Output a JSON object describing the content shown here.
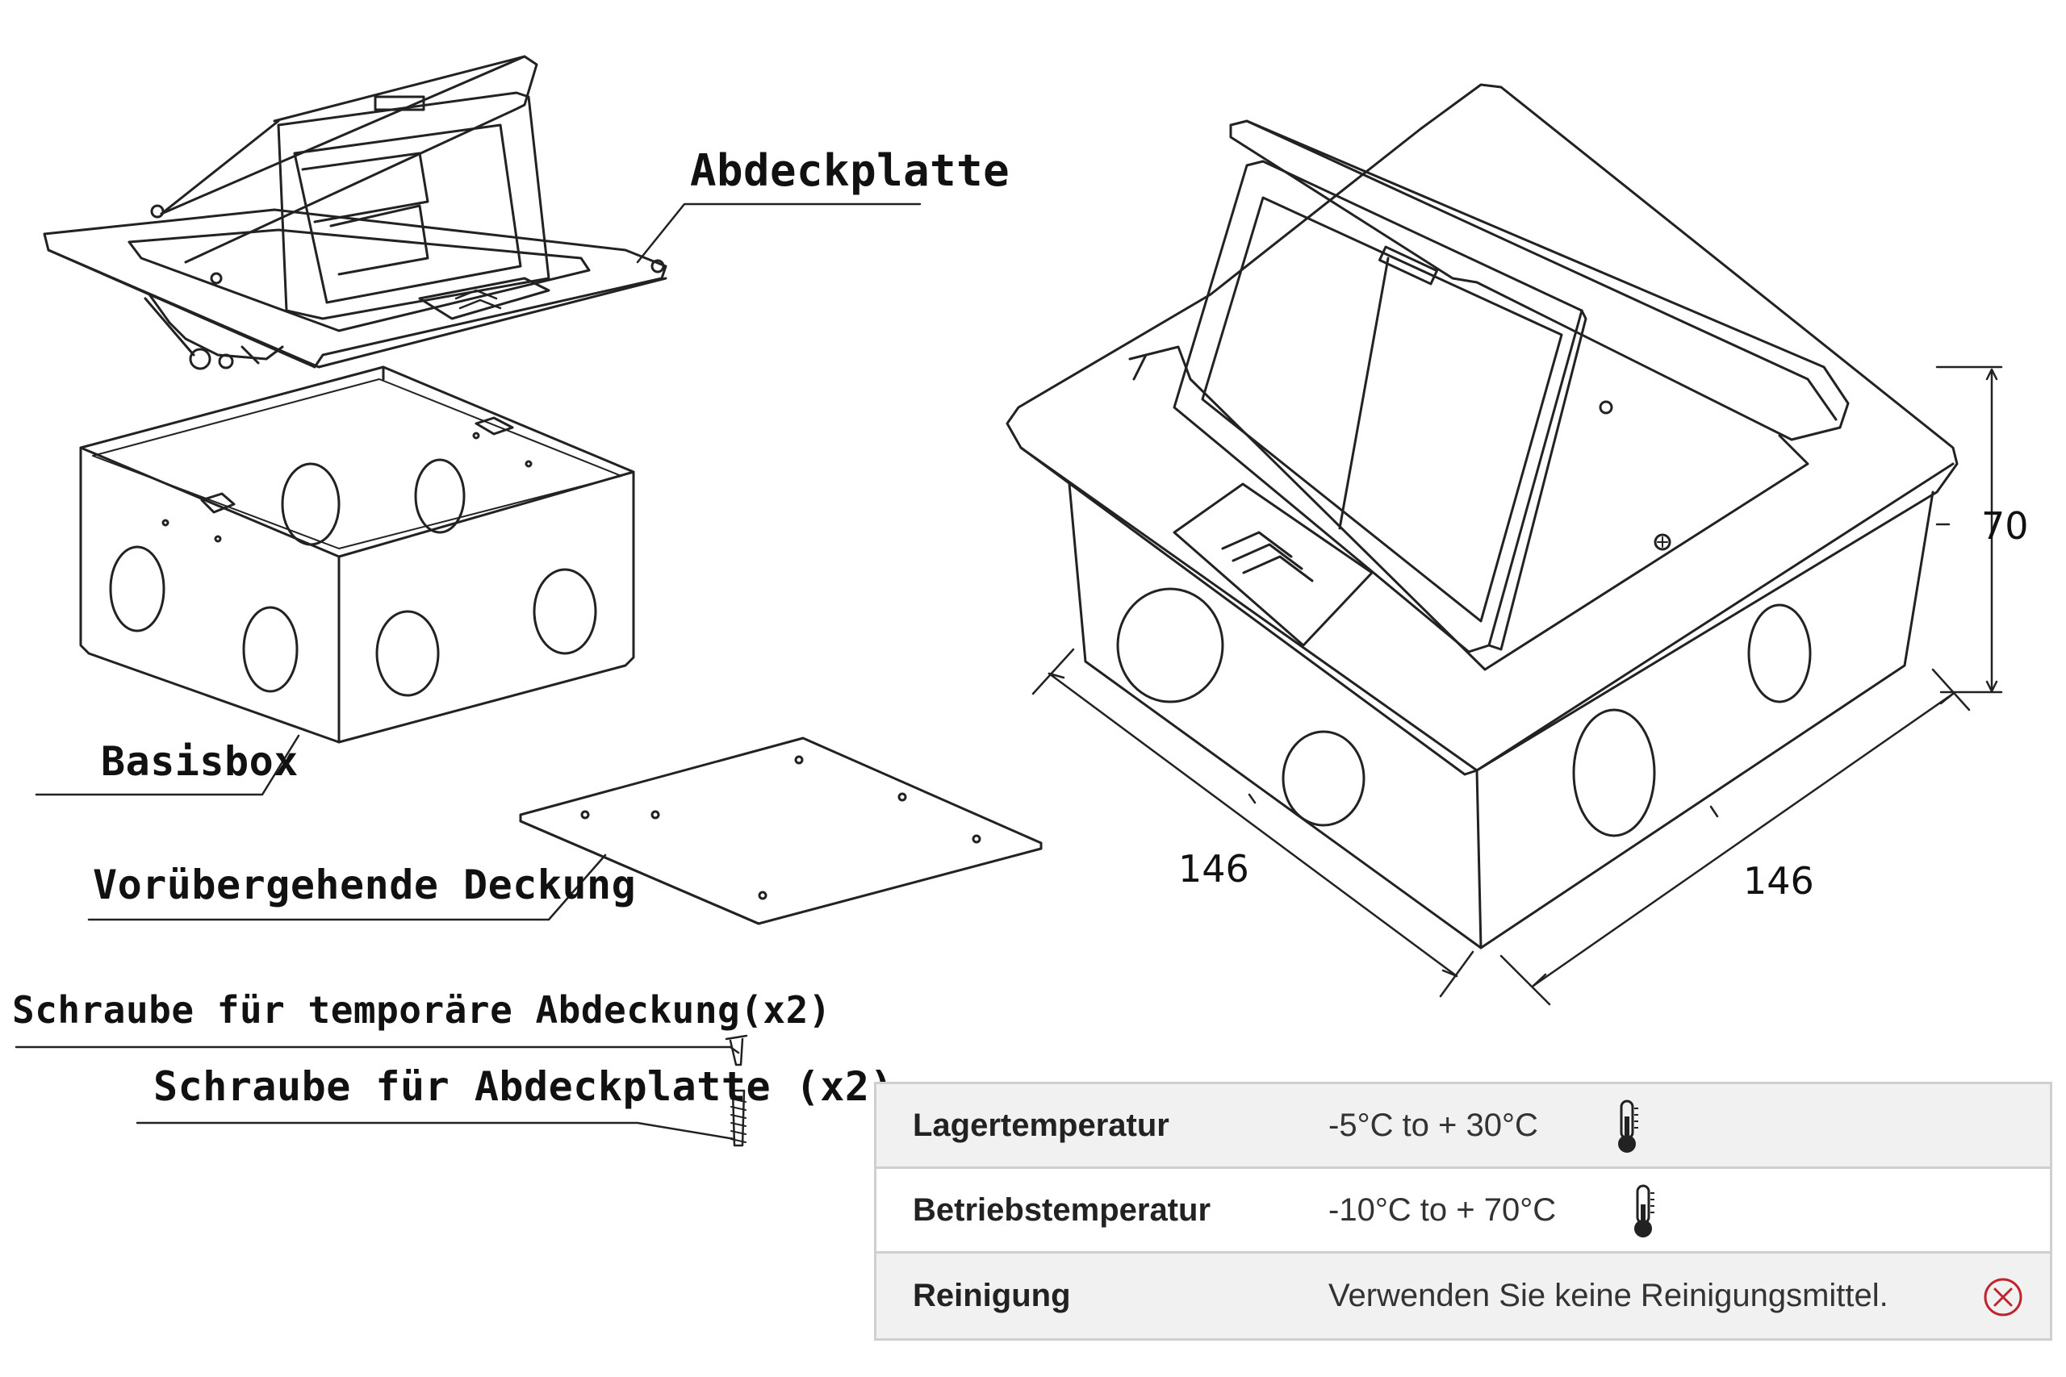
{
  "labels": {
    "cover_plate": "Abdeckplatte",
    "base_box": "Basisbox",
    "temporary_cover": "Vorübergehende Deckung",
    "screw_temporary": "Schraube für temporäre Abdeckung(x2)",
    "screw_cover_plate": "Schraube für Abdeckplatte (x2)"
  },
  "dimensions": {
    "height": "70",
    "width_left": "146",
    "width_right": "146"
  },
  "specs": [
    {
      "key": "Lagertemperatur",
      "value": "-5°C to + 30°C",
      "icon": "thermometer-icon"
    },
    {
      "key": "Betriebstemperatur",
      "value": "-10°C to + 70°C",
      "icon": "thermometer-icon"
    },
    {
      "key": "Reinigung",
      "value": "Verwenden Sie keine Reinigungsmittel.",
      "icon": "no-cleaning-agent-icon"
    }
  ],
  "colors": {
    "line": "#222222",
    "table_border": "#cfcfcf",
    "table_shade": "#f1f1f1",
    "warning_red": "#c0242c"
  }
}
